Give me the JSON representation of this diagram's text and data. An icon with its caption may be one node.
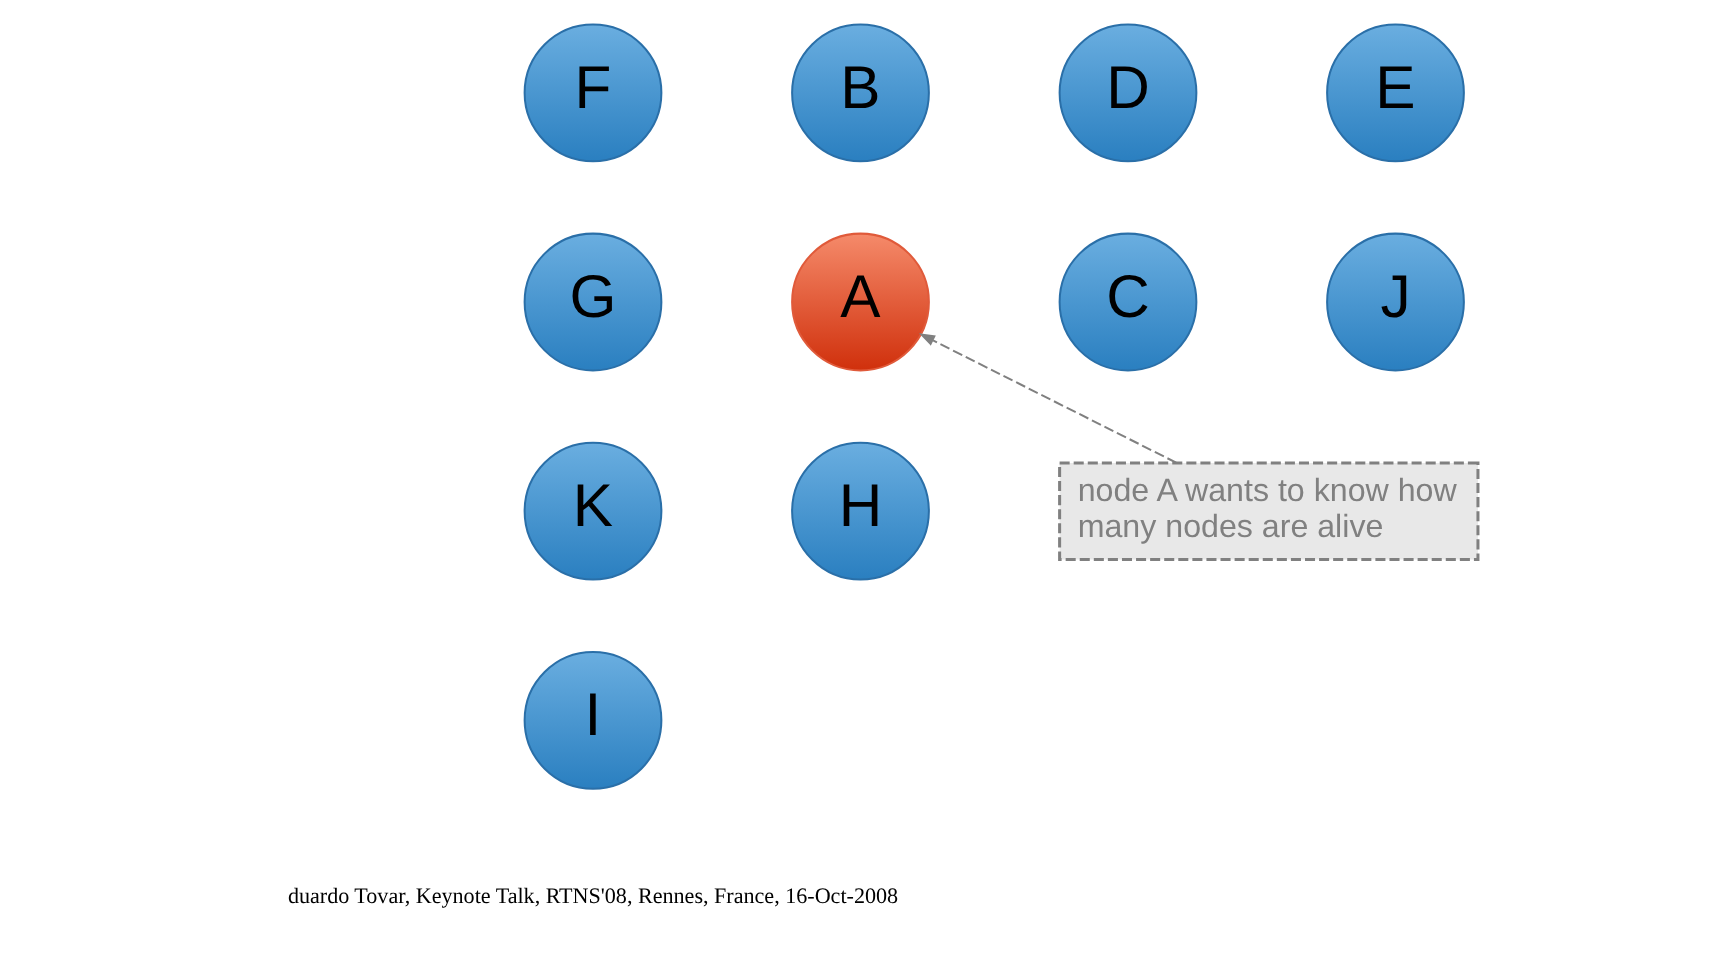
{
  "diagram": {
    "nodes": [
      {
        "text": [
          "B"
        ]
      },
      {
        "text": [
          "D"
        ]
      },
      {
        "text": [
          "E"
        ]
      },
      {
        "text": [
          "F"
        ]
      },
      {
        "text": [
          "A"
        ]
      },
      {
        "text": [
          "J"
        ]
      },
      {
        "text": [
          "G"
        ]
      },
      {
        "text": [
          "C"
        ]
      },
      {
        "text": [
          "H"
        ]
      },
      {
        "text": [
          "node A wants to know how many nodes are alive"
        ]
      },
      {
        "text": [
          "K"
        ]
      },
      {
        "text": [
          "I"
        ]
      }
    ],
    "edges": [
      {
        "from": 9,
        "to": 4,
        "arrow": "to",
        "style": "dashed",
        "color": "#808080"
      }
    ],
    "labels": [
      "duardo Tovar, Keynote Talk, RTNS'08, Rennes, France, 16-Oct-2008"
    ]
  }
}
